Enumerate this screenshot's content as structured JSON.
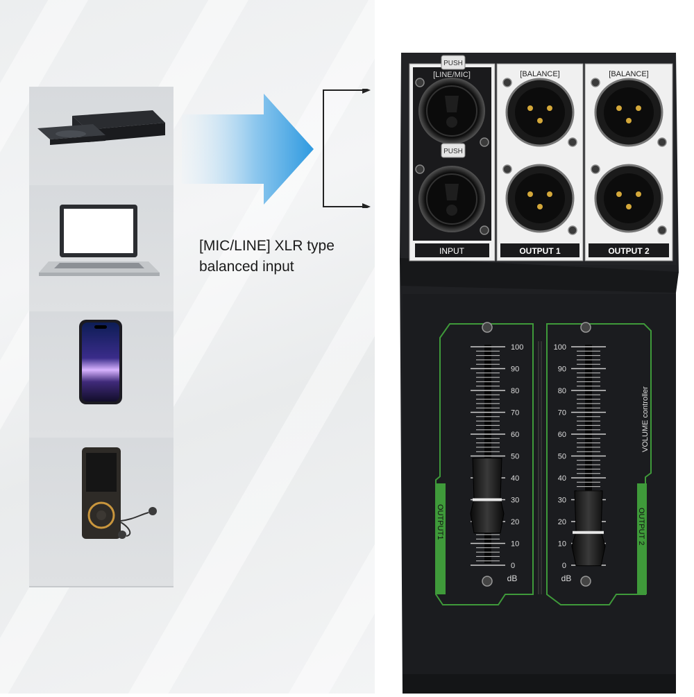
{
  "caption": {
    "line1": "[MIC/LINE] XLR type",
    "line2": "balanced input"
  },
  "devices": [
    {
      "name": "blu-ray-player-icon"
    },
    {
      "name": "laptop-icon"
    },
    {
      "name": "smartphone-icon"
    },
    {
      "name": "mp3-player-icon"
    }
  ],
  "mixer": {
    "input_label": "[LINE/MIC]",
    "push_label": "PUSH",
    "balance_label": "[BALANCE]",
    "input_panel_label": "INPUT",
    "output1_panel_label": "OUTPUT 1",
    "output2_panel_label": "OUTPUT 2",
    "volume_label": "VOLUME controller",
    "fader1_label": "OUTPUT1",
    "fader2_label": "OUTPUT 2",
    "db_label": "dB",
    "scale": [
      "100",
      "90",
      "80",
      "70",
      "60",
      "50",
      "40",
      "30",
      "20",
      "10",
      "0"
    ],
    "fader1_level": 0.3,
    "fader2_level": 0.15,
    "accent_color": "#3f9a3a"
  }
}
